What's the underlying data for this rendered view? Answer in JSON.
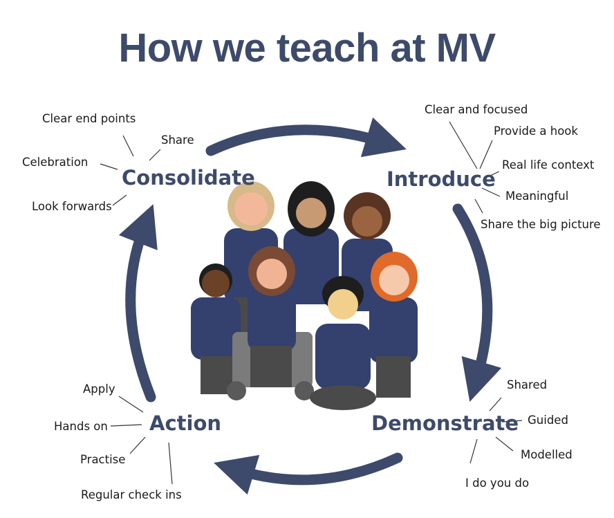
{
  "title": "How we teach at MV",
  "phases": {
    "consolidate": {
      "label": "Consolidate",
      "notes": [
        "Clear end points",
        "Share",
        "Celebration",
        "Look forwards"
      ]
    },
    "introduce": {
      "label": "Introduce",
      "notes": [
        "Clear and focused",
        "Provide a hook",
        "Real life context",
        "Meaningful",
        "Share the big picture"
      ]
    },
    "demonstrate": {
      "label": "Demonstrate",
      "notes": [
        "Shared",
        "Guided",
        "Modelled",
        "I do you do"
      ]
    },
    "action": {
      "label": "Action",
      "notes": [
        "Apply",
        "Hands on",
        "Practise",
        "Regular check ins"
      ]
    }
  },
  "colors": {
    "arrow": "#3d4a6b",
    "jumper": "#34406e",
    "trousers": "#4a4a4a",
    "line": "#333333"
  },
  "illustration": "group-of-seven-pupils-in-school-uniform"
}
